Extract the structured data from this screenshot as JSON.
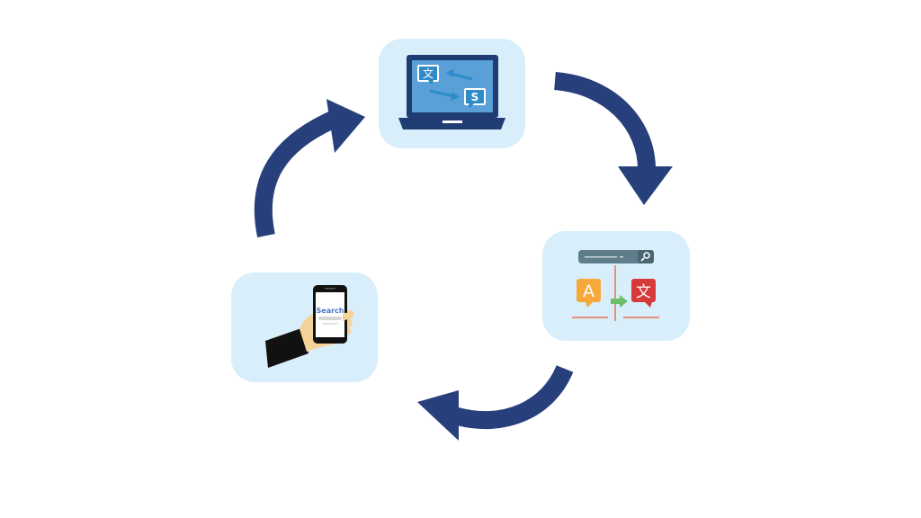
{
  "colors": {
    "card_bg": "#d9eefb",
    "arrow": "#273f7a",
    "laptop_body": "#1f3c73",
    "laptop_screen": "#5aa0d8",
    "bubble": "#2f8ac9",
    "search_bar": "#5f7d8a",
    "letter_a_bg": "#f6a93b",
    "letter_wen_bg": "#d83a3a",
    "divider": "#e8734a",
    "green_arrow": "#6abf69",
    "sleeve": "#111111",
    "skin": "#f6d29b"
  },
  "laptop": {
    "left_bubble_glyph": "文",
    "right_bubble_glyph": "S"
  },
  "translate": {
    "source_letter": "A",
    "target_letter": "文"
  },
  "phone": {
    "search_text": "Search"
  },
  "icons": [
    "laptop-icon",
    "translate-icon",
    "phone-in-hand-icon",
    "cycle-arrow-icon"
  ]
}
